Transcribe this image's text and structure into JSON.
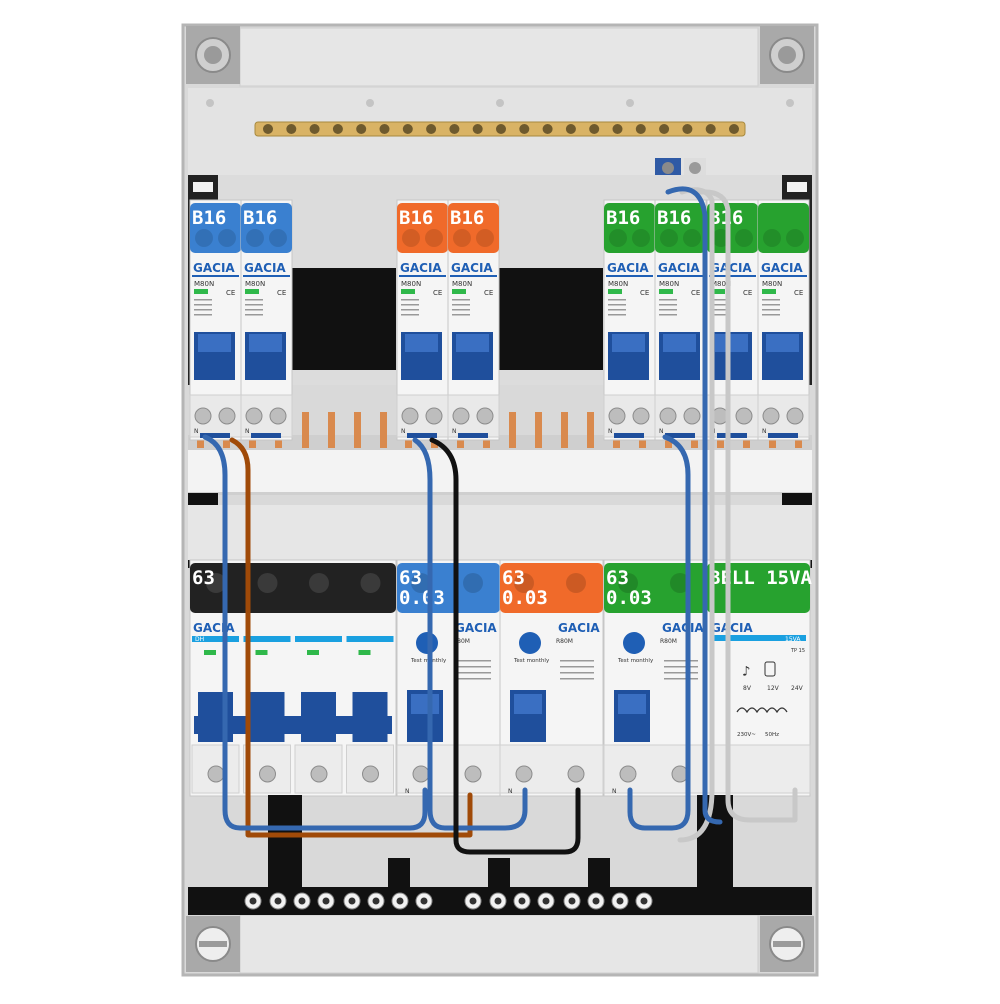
{
  "brand": "GACIA",
  "colors": {
    "blue": "#3a80d0",
    "orange": "#f06a2a",
    "green": "#27a22f",
    "black": "#222222",
    "lever": "#1f4f9c",
    "brown": "#a04a08",
    "grey_wire": "#c8c8c8"
  },
  "top_row": {
    "breakers": [
      {
        "rating": "B16",
        "model": "M80N",
        "color": "blue"
      },
      {
        "rating": "B16",
        "model": "M80N",
        "color": "blue"
      },
      {
        "rating": "B16",
        "model": "M80N",
        "color": "orange"
      },
      {
        "rating": "B16",
        "model": "M80N",
        "color": "orange"
      },
      {
        "rating": "B16",
        "model": "M80N",
        "color": "green"
      },
      {
        "rating": "B16",
        "model": "M80N",
        "color": "green"
      },
      {
        "rating": "B16",
        "model": "M80N",
        "color": "green"
      },
      {
        "rating": "",
        "model": "M80N",
        "color": "green"
      }
    ],
    "terminal_label": "N"
  },
  "bottom_row": {
    "main_switch": {
      "line1": "63",
      "model": "DH"
    },
    "rcds": [
      {
        "line1": "63",
        "line2": "0.03",
        "model": "R80M",
        "test": "Test monthly",
        "color": "blue"
      },
      {
        "line1": "63",
        "line2": "0.03",
        "model": "R80M",
        "test": "Test monthly",
        "color": "orange"
      },
      {
        "line1": "63",
        "line2": "0.03",
        "model": "R80M",
        "test": "Test monthly",
        "color": "green"
      }
    ],
    "transformer": {
      "label": "BELL 15VA",
      "rating_tag": "15VA",
      "model": "TP 15",
      "taps": [
        "8V",
        "12V",
        "24V"
      ],
      "primary": "230V~",
      "freq": "50Hz"
    },
    "terminal_label": "N"
  }
}
